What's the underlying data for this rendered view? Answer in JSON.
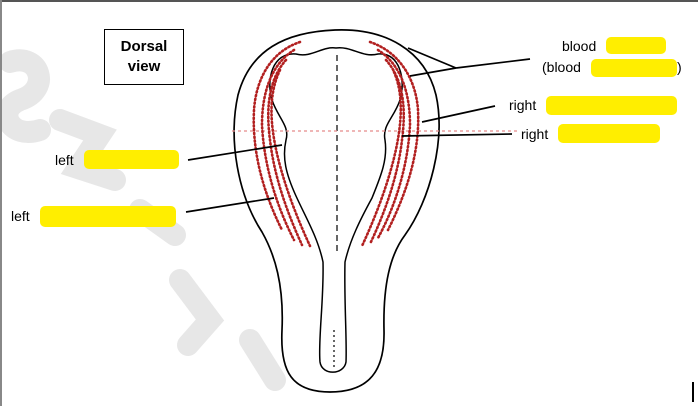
{
  "title": {
    "line1": "Dorsal",
    "line2": "view"
  },
  "labels": {
    "blood_1": "blood",
    "blood_2_open": "(blood",
    "blood_2_close": ")",
    "right_1": "right",
    "right_2": "right",
    "left_1": "left",
    "left_2": "left"
  },
  "colors": {
    "highlight": "#ffee00",
    "dots": "#b22020",
    "dashed_line": "#e08080",
    "watermark": "#d0d0d0"
  }
}
